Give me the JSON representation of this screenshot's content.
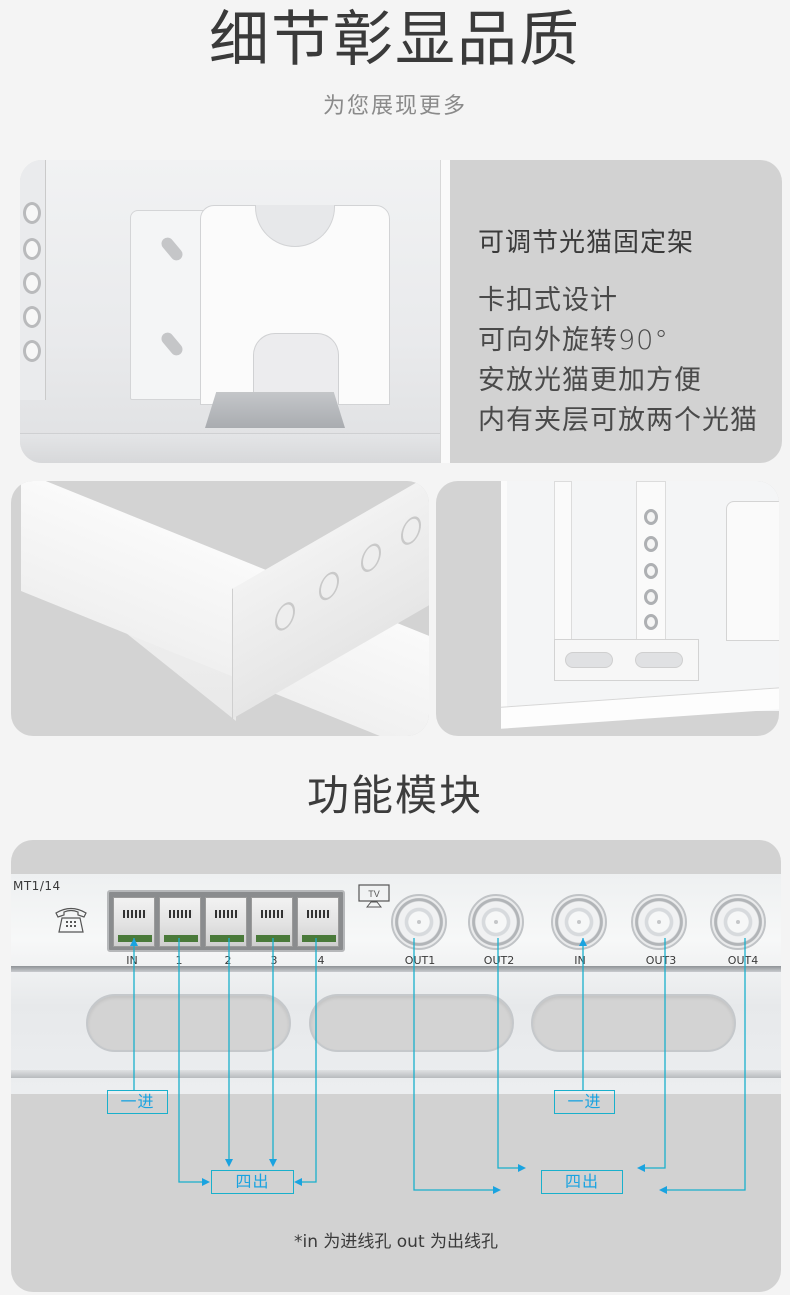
{
  "header": {
    "title": "细节彰显品质",
    "subtitle": "为您展现更多"
  },
  "detail_feature": {
    "heading": "可调节光猫固定架",
    "lines": [
      "卡扣式设计",
      "可向外旋转90°",
      "安放光猫更加方便",
      "内有夹层可放两个光猫"
    ]
  },
  "function_section": {
    "title": "功能模块",
    "model_label": "MT1/14",
    "phone_icon": "telephone-icon",
    "tv_icon_label": "TV",
    "rj_ports": [
      "IN",
      "1",
      "2",
      "3",
      "4"
    ],
    "coax_ports": [
      "OUT1",
      "OUT2",
      "IN",
      "OUT3",
      "OUT4"
    ],
    "tags": {
      "phone_in": "一进",
      "phone_out": "四出",
      "tv_in": "一进",
      "tv_out": "四出"
    },
    "footnote": "*in 为进线孔 out 为出线孔",
    "accent_color": "#1ab0cc",
    "label_color": "#1aa3e0"
  }
}
